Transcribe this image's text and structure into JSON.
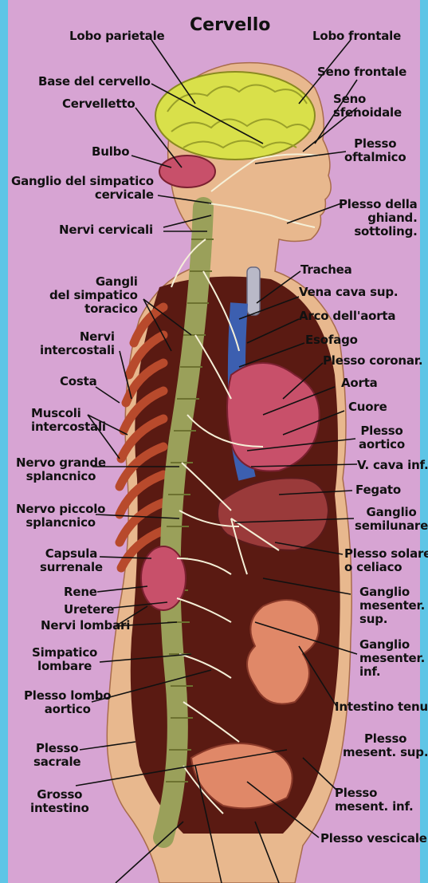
{
  "title": "Cervello",
  "labels": {
    "lobo_parietale": "Lobo parietale",
    "lobo_frontale": "Lobo frontale",
    "base_cervello": "Base del cervello",
    "seno_frontale": "Seno frontale",
    "cervelletto": "Cervelletto",
    "seno_sfenoidale": [
      "Seno",
      "sfenoidale"
    ],
    "bulbo": "Bulbo",
    "plesso_oftalmico": [
      "Plesso",
      "oftalmico"
    ],
    "ganglio_simpatico_cervicale": [
      "Ganglio del simpatico",
      "cervicale"
    ],
    "plesso_ghiand": [
      "Plesso della",
      "ghiand.",
      "sottoling."
    ],
    "nervi_cervicali": "Nervi cervicali",
    "trachea": "Trachea",
    "gangli_simpatico_toracico": [
      "Gangli",
      "del simpatico",
      "toracico"
    ],
    "vena_cava_sup": "Vena cava sup.",
    "arco_aorta": "Arco dell'aorta",
    "nervi_intercostali": [
      "Nervi",
      "intercostali"
    ],
    "esofago": "Esofago",
    "plesso_coronar": "Plesso coronar.",
    "costa": "Costa",
    "aorta": "Aorta",
    "muscoli_intercostali": [
      "Muscoli",
      "intercostali"
    ],
    "cuore": "Cuore",
    "plesso_aortico": [
      "Plesso",
      "aortico"
    ],
    "nervo_grande_splancnico": [
      "Nervo grande",
      "splancnico"
    ],
    "v_cava_inf": "V. cava inf.",
    "fegato": "Fegato",
    "nervo_piccolo_splancnico": [
      "Nervo piccolo",
      "splancnico"
    ],
    "ganglio_semilunare": [
      "Ganglio",
      "semilunare"
    ],
    "capsula_surrenale": [
      "Capsula",
      "surrenale"
    ],
    "plesso_solare": [
      "Plesso solare",
      "o celiaco"
    ],
    "rene": "Rene",
    "ganglio_mesenter_sup": [
      "Ganglio",
      "mesenter.",
      "sup."
    ],
    "uretere": "Uretere",
    "nervi_lombari": "Nervi lombari",
    "simpatico_lombare": [
      "Simpatico",
      "lombare"
    ],
    "ganglio_mesenter_inf": [
      "Ganglio",
      "mesenter.",
      "inf."
    ],
    "plesso_lombo_aortico": [
      "Plesso lombo",
      "aortico"
    ],
    "intestino_tenue": "Intestino tenue",
    "plesso_sacrale": [
      "Plesso",
      "sacrale"
    ],
    "plesso_mesent_sup": [
      "Plesso",
      "mesent. sup."
    ],
    "grosso_intestino": [
      "Grosso",
      "intestino"
    ],
    "plesso_mesent_inf": [
      "Plesso",
      "mesent. inf."
    ],
    "plesso_vescicale": "Plesso vescicale"
  },
  "colors": {
    "background": "#d7a4d3",
    "brain": "#d9e04a",
    "skin": "#e8b88e",
    "cavity": "#5a1a12",
    "muscle": "#b84a2c",
    "nerve": "#f5f0d8",
    "vein": "#3c5fb0",
    "organ": "#c8506a",
    "spine": "#9aa05a"
  }
}
